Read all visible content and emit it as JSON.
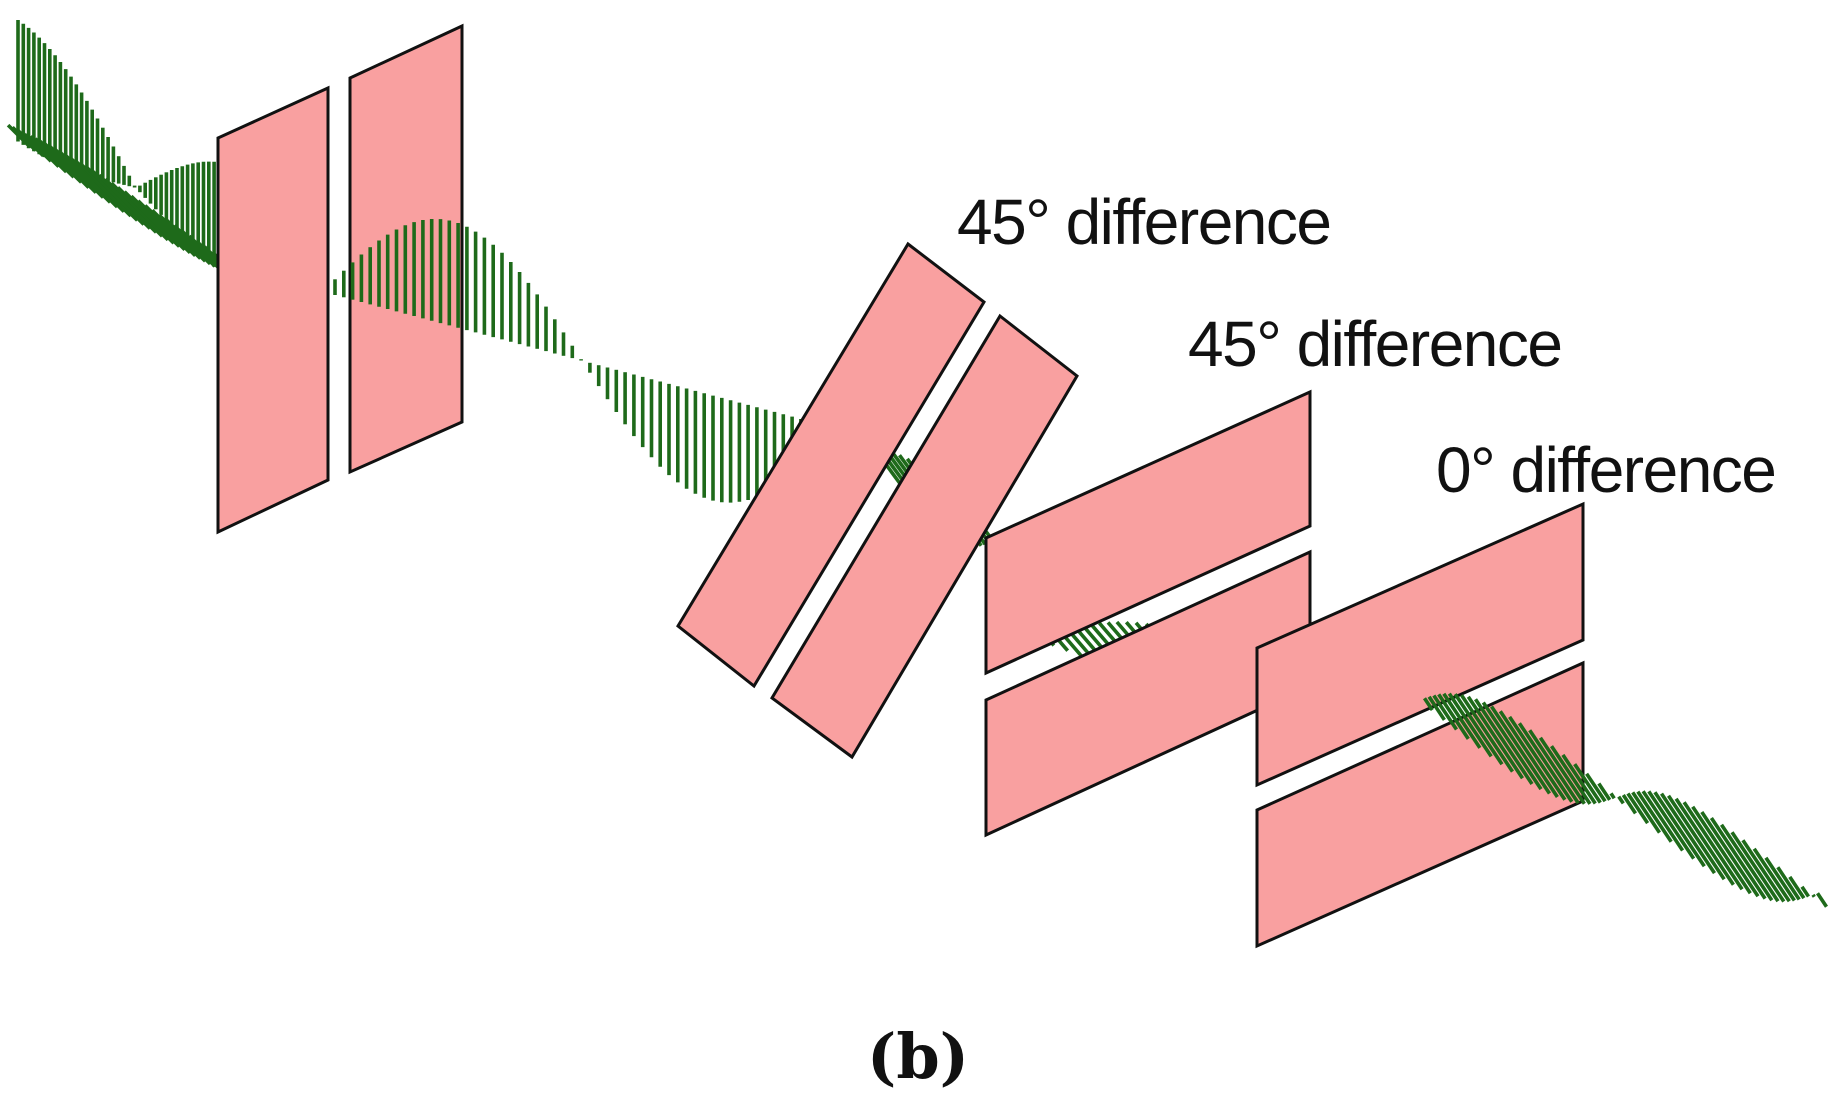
{
  "figure": {
    "panel_label": "(b)",
    "labels": [
      "45° difference",
      "45° difference",
      "0° difference"
    ],
    "colors": {
      "plate_fill": "#f9a0a0",
      "plate_stroke": "#111111",
      "wave": "#1e6a1a",
      "background": "#ffffff"
    }
  }
}
